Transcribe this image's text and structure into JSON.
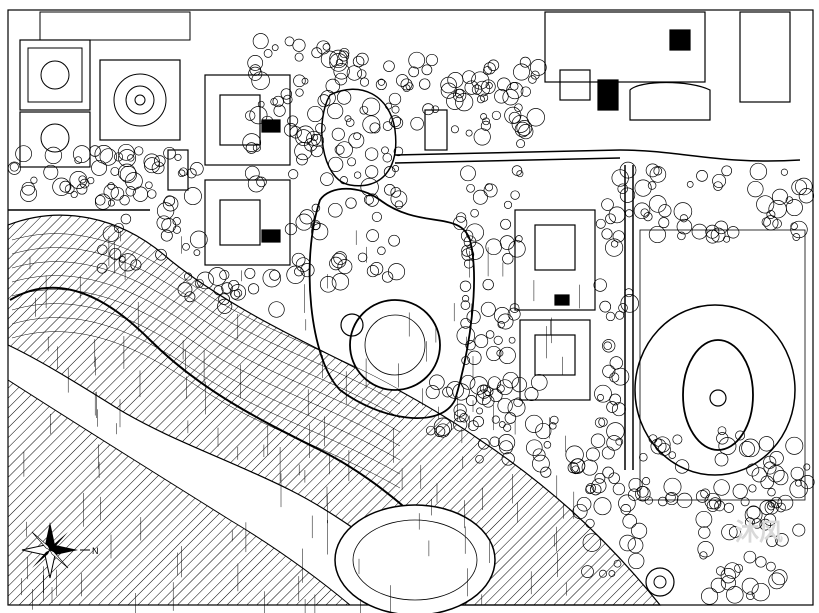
{
  "drawing": {
    "kind": "landscape site plan",
    "compass": {
      "north_label": "N",
      "icon": "compass-rose-icon"
    },
    "watermark": {
      "text": "沐风"
    },
    "colors": {
      "ink": "#000000",
      "paper": "#ffffff",
      "watermark": "#d9d9d9"
    }
  }
}
